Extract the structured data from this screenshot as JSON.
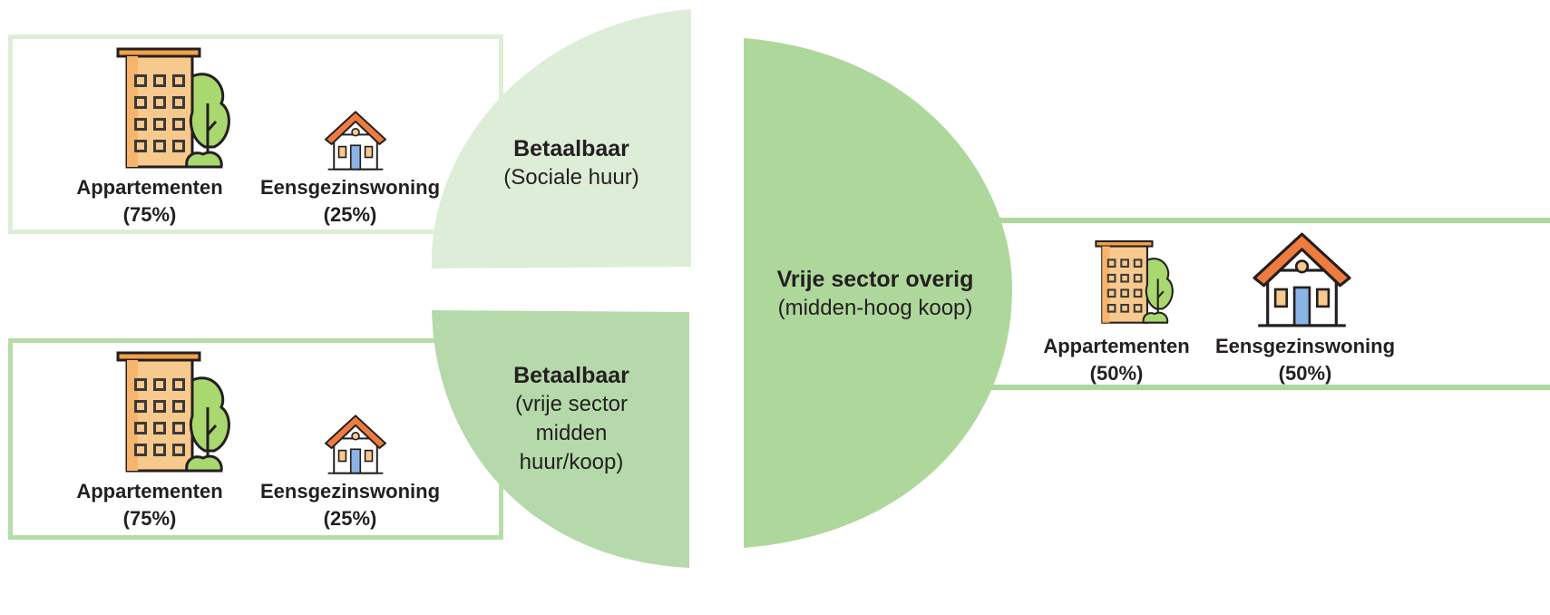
{
  "colors": {
    "light_green": "#ddedd7",
    "mid_green": "#b5d9aa",
    "green": "#aed89b",
    "box_border_light": "#dcefd6",
    "box_border_mid": "#b7dcaa",
    "box_border_right": "#aed89b"
  },
  "sections": [
    {
      "title": "Betaalbaar",
      "subtitle": "(Sociale huur)",
      "items": [
        {
          "label": "Appartementen",
          "share": "(75%)",
          "icon": "apartment-building-icon"
        },
        {
          "label": "Eensgezinswoning",
          "share": "(25%)",
          "icon": "house-icon"
        }
      ]
    },
    {
      "title": "Betaalbaar",
      "subtitle_lines": [
        "(vrije sector",
        "midden",
        "huur/koop)"
      ],
      "items": [
        {
          "label": "Appartementen",
          "share": "(75%)",
          "icon": "apartment-building-icon"
        },
        {
          "label": "Eensgezinswoning",
          "share": "(25%)",
          "icon": "house-icon"
        }
      ]
    },
    {
      "title": "Vrije sector overig",
      "subtitle": "(midden-hoog koop)",
      "items": [
        {
          "label": "Appartementen",
          "share": "(50%)",
          "icon": "apartment-building-icon"
        },
        {
          "label": "Eensgezinswoning",
          "share": "(50%)",
          "icon": "house-icon"
        }
      ]
    }
  ]
}
